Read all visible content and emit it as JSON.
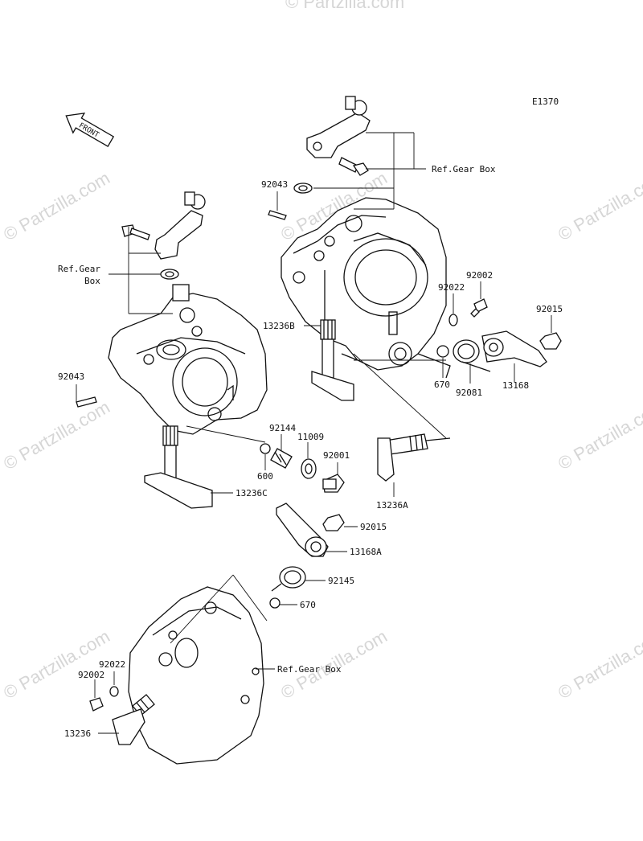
{
  "diagram_id": "E1370",
  "front_marker": "FRONT",
  "watermark": "© Partzilla.com",
  "labels": {
    "ref_gear_box_top": "Ref.Gear Box",
    "ref_gear_box_left_1": "Ref.Gear",
    "ref_gear_box_left_2": "Box",
    "ref_gear_box_bottom": "Ref.Gear Box",
    "p92043_top": "92043",
    "p92043_left": "92043",
    "p13236B": "13236B",
    "p92022_top": "92022",
    "p92002_top": "92002",
    "p92015_top": "92015",
    "p670_top": "670",
    "p92081": "92081",
    "p13168": "13168",
    "p92144": "92144",
    "p11009": "11009",
    "p92001": "92001",
    "p600": "600",
    "p13236C": "13236C",
    "p13236A": "13236A",
    "p92015_mid": "92015",
    "p13168A": "13168A",
    "p92145": "92145",
    "p670_bottom": "670",
    "p92022_bottom": "92022",
    "p92002_bottom": "92002",
    "p13236": "13236"
  }
}
